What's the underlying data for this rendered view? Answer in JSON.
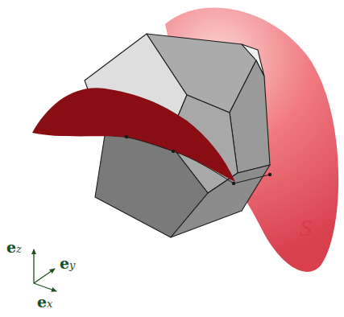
{
  "diagram": {
    "labels": [
      "S",
      "ez",
      "ey",
      "ex"
    ]
  }
}
